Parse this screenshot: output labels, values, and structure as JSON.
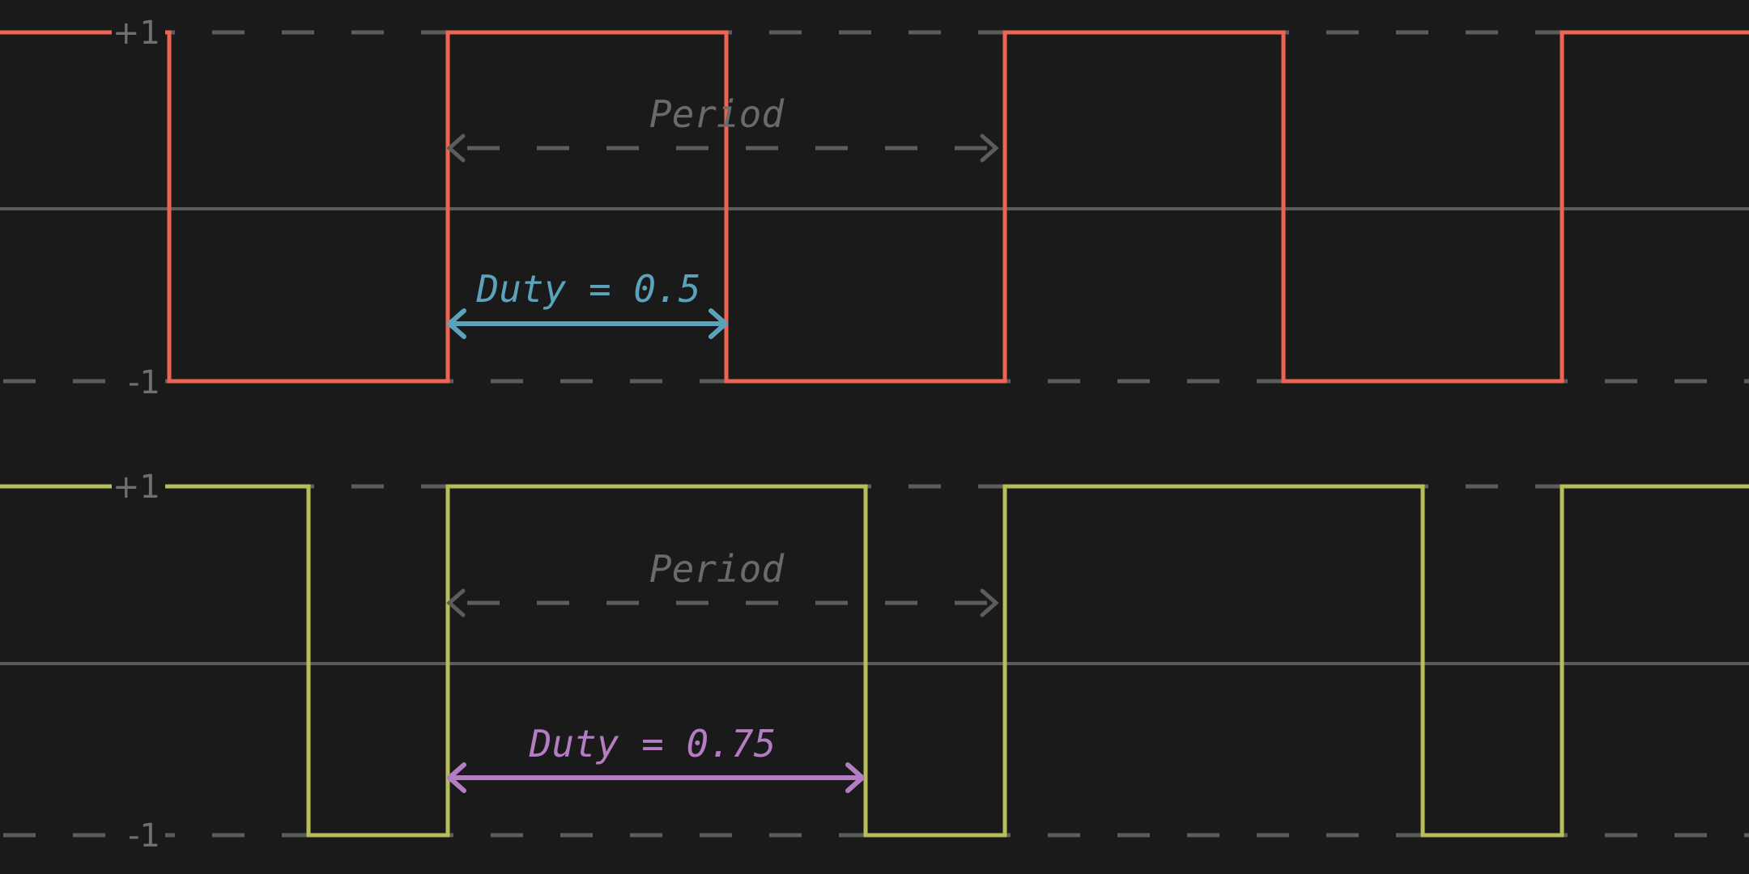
{
  "colors": {
    "background": "#1a1a1a",
    "grid": "#5c5c5c",
    "axis_text": "#6f6f6f",
    "period_text": "#6a6a6a",
    "wave_top": "#ee6352",
    "wave_bottom": "#b6bd5a",
    "duty_top": "#5ba3bb",
    "duty_bottom": "#b47cc2"
  },
  "panels": [
    {
      "id": "top",
      "plus_label": "+1",
      "minus_label": "-1",
      "period_label": "Period",
      "duty_label": "Duty = 0.5",
      "duty": 0.5,
      "wave_color_key": "wave_top",
      "duty_color_key": "duty_top"
    },
    {
      "id": "bottom",
      "plus_label": "+1",
      "minus_label": "-1",
      "period_label": "Period",
      "duty_label": "Duty = 0.75",
      "duty": 0.75,
      "wave_color_key": "wave_bottom",
      "duty_color_key": "duty_bottom"
    }
  ]
}
